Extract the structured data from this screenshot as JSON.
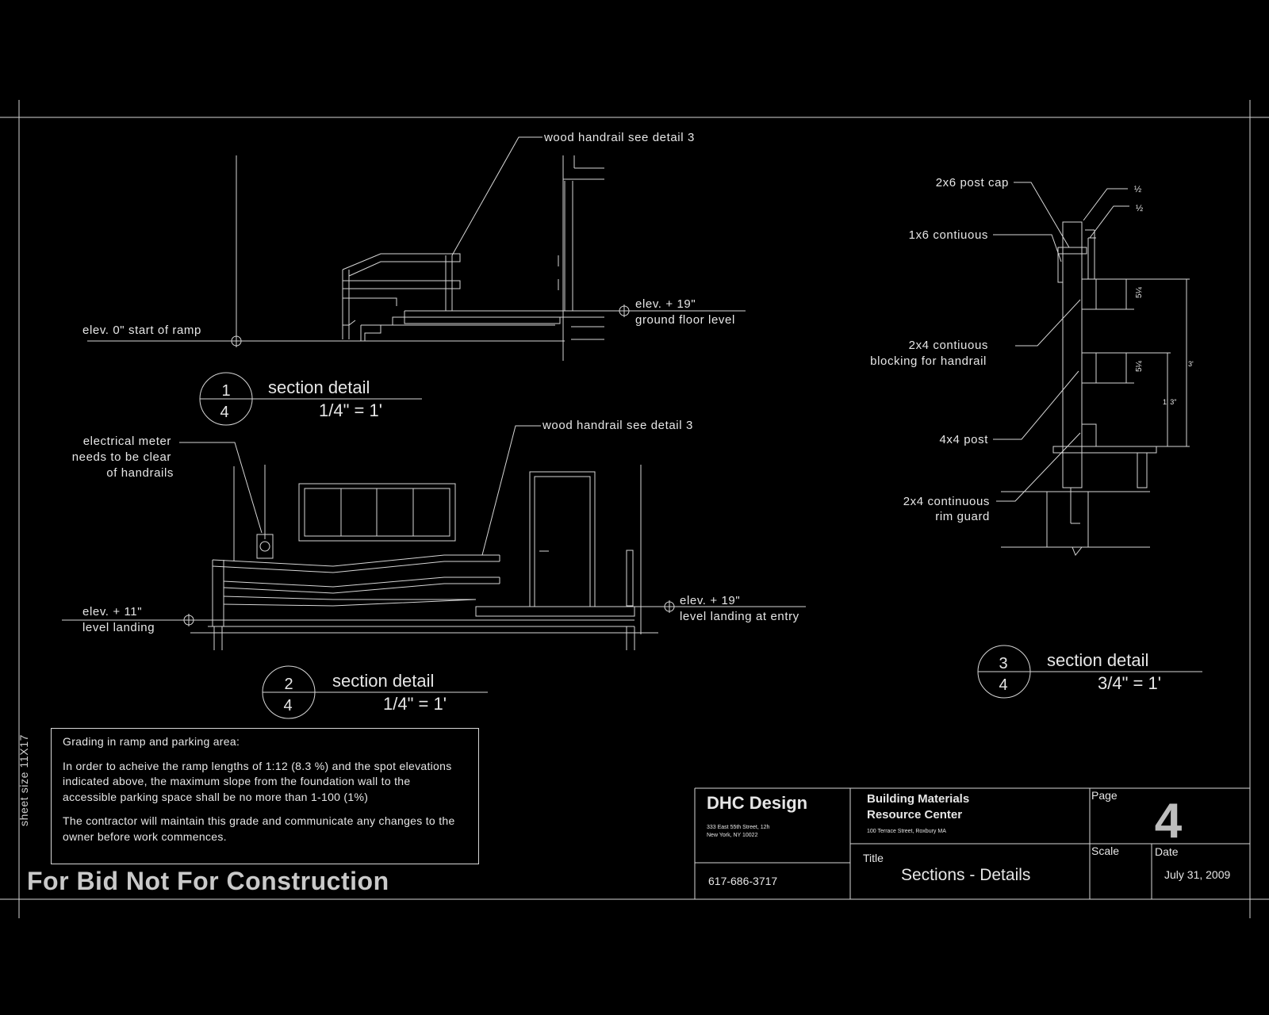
{
  "detail1": {
    "callout_handrail": "wood handrail see detail 3",
    "elev_start": "elev.  0\" start of ramp",
    "elev_ground_1": "elev. + 19\"",
    "elev_ground_2": "ground floor level",
    "num_top": "1",
    "num_bottom": "4",
    "title": "section detail",
    "scale": "1/4\" = 1'"
  },
  "detail2": {
    "callout_handrail": "wood handrail see detail 3",
    "meter_1": "electrical meter",
    "meter_2": "needs to be clear",
    "meter_3": "of handrails",
    "elev_left_1": "elev. + 11\"",
    "elev_left_2": "level landing",
    "elev_right_1": "elev. + 19\"",
    "elev_right_2": "level landing at entry",
    "num_top": "2",
    "num_bottom": "4",
    "title": "section detail",
    "scale": "1/4\" = 1'"
  },
  "detail3": {
    "post_cap": "2x6 post cap",
    "continuous_1x6": "1x6 contiuous",
    "blocking_1": "2x4 contiuous",
    "blocking_2": "blocking for handrail",
    "post": "4x4 post",
    "rim_1": "2x4 continuous",
    "rim_2": "rim guard",
    "dim_half": "½",
    "dim_a": "5¼",
    "dim_b": "5¼",
    "dim_c": "3'",
    "dim_d": "1' 3\"",
    "num_top": "3",
    "num_bottom": "4",
    "title": "section detail",
    "scale": "3/4\" = 1'"
  },
  "notes": {
    "heading": "Grading in ramp and parking area:",
    "para1": "In order to acheive the ramp lengths of 1:12 (8.3   %) and the spot elevations indicated above, the maximum slope from the foundation wall to the accessible parking space shall be no more than 1-100  (1%)",
    "para2": "The contractor will maintain this grade and communicate any changes to the owner before work commences."
  },
  "stamp": "For Bid Not For Construction",
  "sheet_size": "sheet size 11X17",
  "title_block": {
    "firm": "DHC Design",
    "firm_addr_1": "333 East 55th Street, 12h",
    "firm_addr_2": "New York, NY 10022",
    "phone": "617-686-3717",
    "project_1": "Building Materials",
    "project_2": "Resource Center",
    "project_addr": "100 Terrace Street, Roxbury MA",
    "title_label": "Title",
    "title": "Sections -  Details",
    "page_label": "Page",
    "page": "4",
    "scale_label": "Scale",
    "date_label": "Date",
    "date": "July 31, 2009"
  }
}
